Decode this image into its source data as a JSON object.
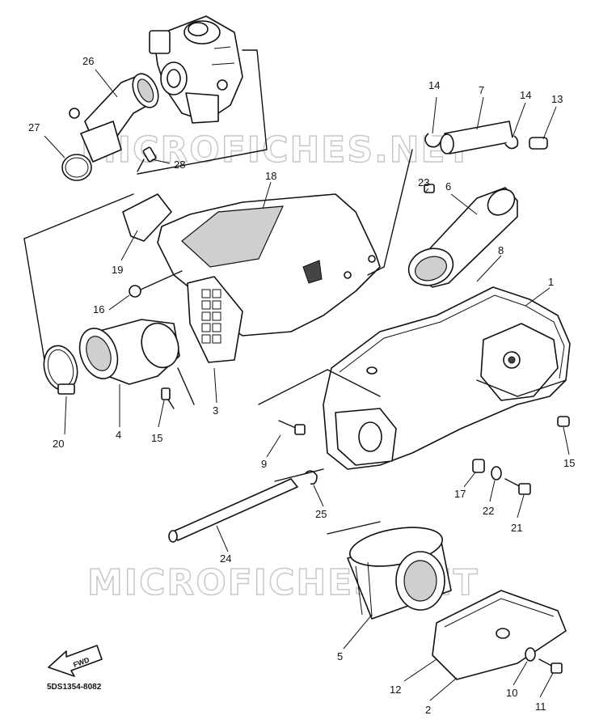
{
  "watermark": "MICROFICHES.NET",
  "diagram_code": "5DS1354-8082",
  "fwd_label": "FWD",
  "callouts": {
    "p1": "1",
    "p2": "2",
    "p3": "3",
    "p4": "4",
    "p5": "5",
    "p6": "6",
    "p7": "7",
    "p8": "8",
    "p9": "9",
    "p10": "10",
    "p11": "11",
    "p12": "12",
    "p13": "13",
    "p14a": "14",
    "p14b": "14",
    "p15a": "15",
    "p15b": "15",
    "p16": "16",
    "p17": "17",
    "p18": "18",
    "p19": "19",
    "p20": "20",
    "p21": "21",
    "p22": "22",
    "p23": "23",
    "p24": "24",
    "p25": "25",
    "p26": "26",
    "p27": "27",
    "p28": "28"
  }
}
